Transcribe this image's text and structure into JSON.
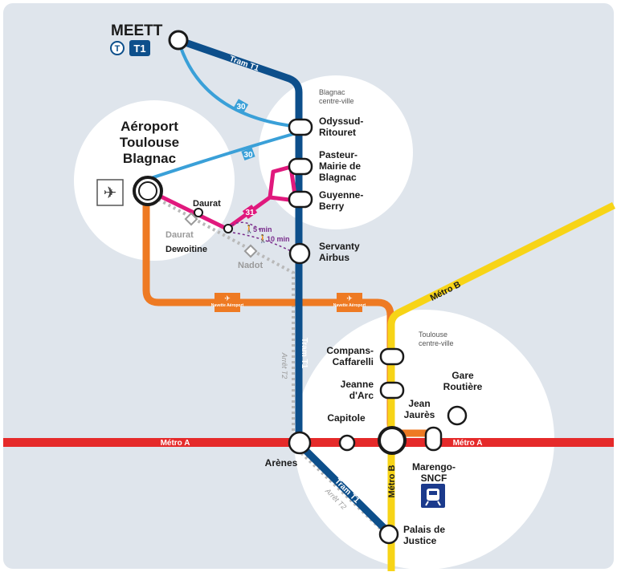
{
  "colors": {
    "background": "#dfe5ec",
    "tram_t1": "#0d4f8b",
    "metro_a": "#e52a2a",
    "metro_b": "#f7d417",
    "navette": "#ee7a23",
    "bus_30": "#3aa0d8",
    "line_31": "#e0197d",
    "arret_t2": "#b9b9b9",
    "walk": "#7a2d8c"
  },
  "areas": {
    "blagnac_centre": "Blagnac\ncentre-ville",
    "toulouse_centre": "Toulouse\ncentre-ville"
  },
  "stations": {
    "meett": "MEETT",
    "aeroport": "Aéroport\nToulouse\nBlagnac",
    "daurat": "Daurat",
    "daurat_t2": "Daurat",
    "dewoitine": "Dewoitine",
    "nadot": "Nadot",
    "odyssud": "Odyssud-\nRitouret",
    "pasteur": "Pasteur-\nMairie de\nBlagnac",
    "guyenne": "Guyenne-\nBerry",
    "servanty": "Servanty\nAirbus",
    "compans": "Compans-\nCaffarelli",
    "jeanne": "Jeanne\nd'Arc",
    "jean_jaures": "Jean\nJaurès",
    "gare_routiere": "Gare\nRoutière",
    "capitole": "Capitole",
    "arenes": "Arènes",
    "marengo": "Marengo-\nSNCF",
    "palais": "Palais de\nJustice"
  },
  "lines": {
    "tram_t1": "Tram T1",
    "metro_a": "Métro A",
    "metro_b": "Métro B",
    "arret_t2": "Arrêt T2",
    "bus_30": "30",
    "line_31": "31",
    "navette": "Navette\nAéroport"
  },
  "badges": {
    "tisseo": "T",
    "t1": "T1"
  },
  "walk_times": {
    "five": "5 min",
    "ten": "10 min"
  },
  "icons": {
    "airport": "airplane-icon",
    "train": "train-icon",
    "walk": "pedestrian-icon",
    "navette": "airplane-icon"
  }
}
